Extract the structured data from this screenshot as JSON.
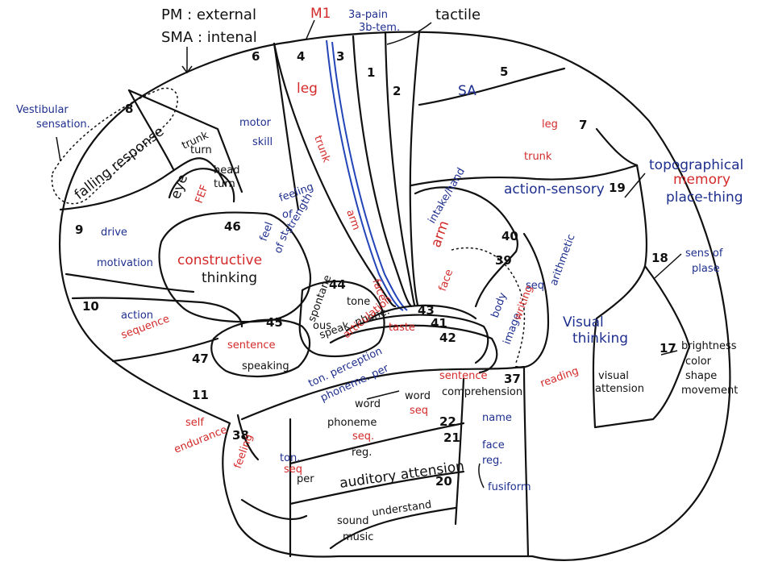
{
  "header": {
    "pm": "PM : external",
    "sma": "SMA : intenal",
    "m1": "M1",
    "pain": "3a-pain",
    "temp": "3b-tem.",
    "tactile": "tactile"
  },
  "side_notes": {
    "vestibular_1": "Vestibular",
    "vestibular_2": "sensation.",
    "topo_1": "topographical",
    "topo_2": "memory",
    "topo_3": "place-thing",
    "sens_1": "sens of",
    "sens_2": "plase",
    "bright_1": "brightness",
    "bright_2": "color",
    "bright_3": "shape",
    "bright_4": "movement",
    "fusiform": "fusiform"
  },
  "areas": {
    "a1": "1",
    "a2": "2",
    "a3": "3",
    "a4": "4",
    "a5": "5",
    "a6": "6",
    "a7": "7",
    "a8": "8",
    "a9": "9",
    "a10": "10",
    "a11": "11",
    "a17": "17",
    "a18": "18",
    "a19": "19",
    "a20": "20",
    "a21": "21",
    "a22": "22",
    "a37": "37",
    "a38": "38",
    "a39": "39",
    "a40": "40",
    "a41": "41",
    "a42": "42",
    "a43": "43",
    "a44": "44",
    "a45": "45",
    "a46": "46",
    "a47": "47"
  },
  "labels": {
    "falling": "falling response",
    "trunk_turn_1": "trunk",
    "trunk_turn_2": "turn",
    "head_turn_1": "head",
    "head_turn_2": "turn",
    "eye": "eye",
    "fef": "FEF",
    "motor": "motor",
    "skill": "skill",
    "leg_m1": "leg",
    "trunk_m1": "trunk",
    "arm_m1": "arm",
    "face_m1": "face",
    "sa": "SA",
    "leg_sa": "leg",
    "trunk_sa": "trunk",
    "action_sensory": "action-sensory",
    "intake": "intake/hand",
    "arm_s": "arm",
    "face_s": "face",
    "taste": "taste",
    "feeling_1": "feeling",
    "feeling_2": "of",
    "feeling_3": "strength",
    "feel_1": "feel",
    "feel_2": "of st.",
    "drive": "drive",
    "motivation": "motivation",
    "constructive": "constructive",
    "thinking": "thinking",
    "action": "action",
    "sequence": "sequence",
    "sentence_45": "sentence",
    "speaking": "speaking",
    "spontane": "spontane",
    "ous": "ous",
    "tone": "tone",
    "speak_phone": "speak, phone.",
    "articulation": "articulation",
    "ton_perception": "ton. perception",
    "phoneme_per": "phoneme. per",
    "self": "self",
    "endurance": "endurance",
    "feeling_38": "feeling",
    "word": "word",
    "phoneme": "phoneme",
    "seq": "seq.",
    "reg": "reg.",
    "ton": "ton.",
    "ton_seq": "seq",
    "per": "per",
    "word_seq_1": "word",
    "word_seq_2": "seq",
    "sentence_s": "sentence",
    "comprehension": "comprehension",
    "body_image_1": "body",
    "body_image_2": "image",
    "writing": "writing",
    "seq_39": "seq",
    "arithmetic": "arithmetic",
    "visual_thinking_1": "Visual",
    "visual_thinking_2": "thinking",
    "reading": "reading",
    "visual_attension_1": "visual",
    "visual_attension_2": "attension",
    "name": "name",
    "face_reg_1": "face",
    "face_reg_2": "reg.",
    "auditory": "auditory attension",
    "sound": "sound",
    "understand": "understand",
    "music": "music"
  }
}
